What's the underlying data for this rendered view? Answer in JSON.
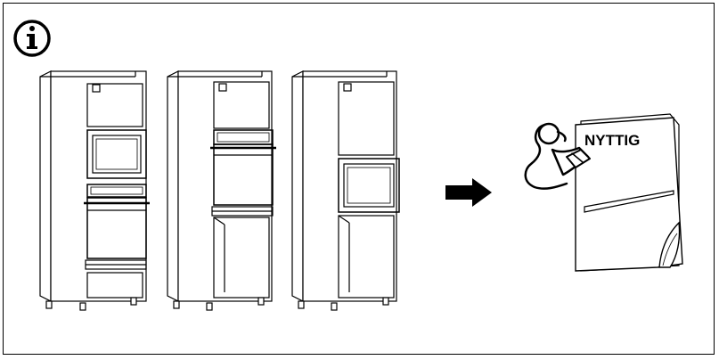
{
  "notice": {
    "icon": "info-icon"
  },
  "cabinets": [
    {
      "variant": "oven-and-microwave"
    },
    {
      "variant": "oven-only"
    },
    {
      "variant": "microwave-only"
    }
  ],
  "arrow": {
    "icon": "arrow-right-icon"
  },
  "booklet": {
    "title": "NYTTIG",
    "icon": "reading-figure-icon"
  },
  "colors": {
    "line": "#000000",
    "background": "#ffffff"
  }
}
